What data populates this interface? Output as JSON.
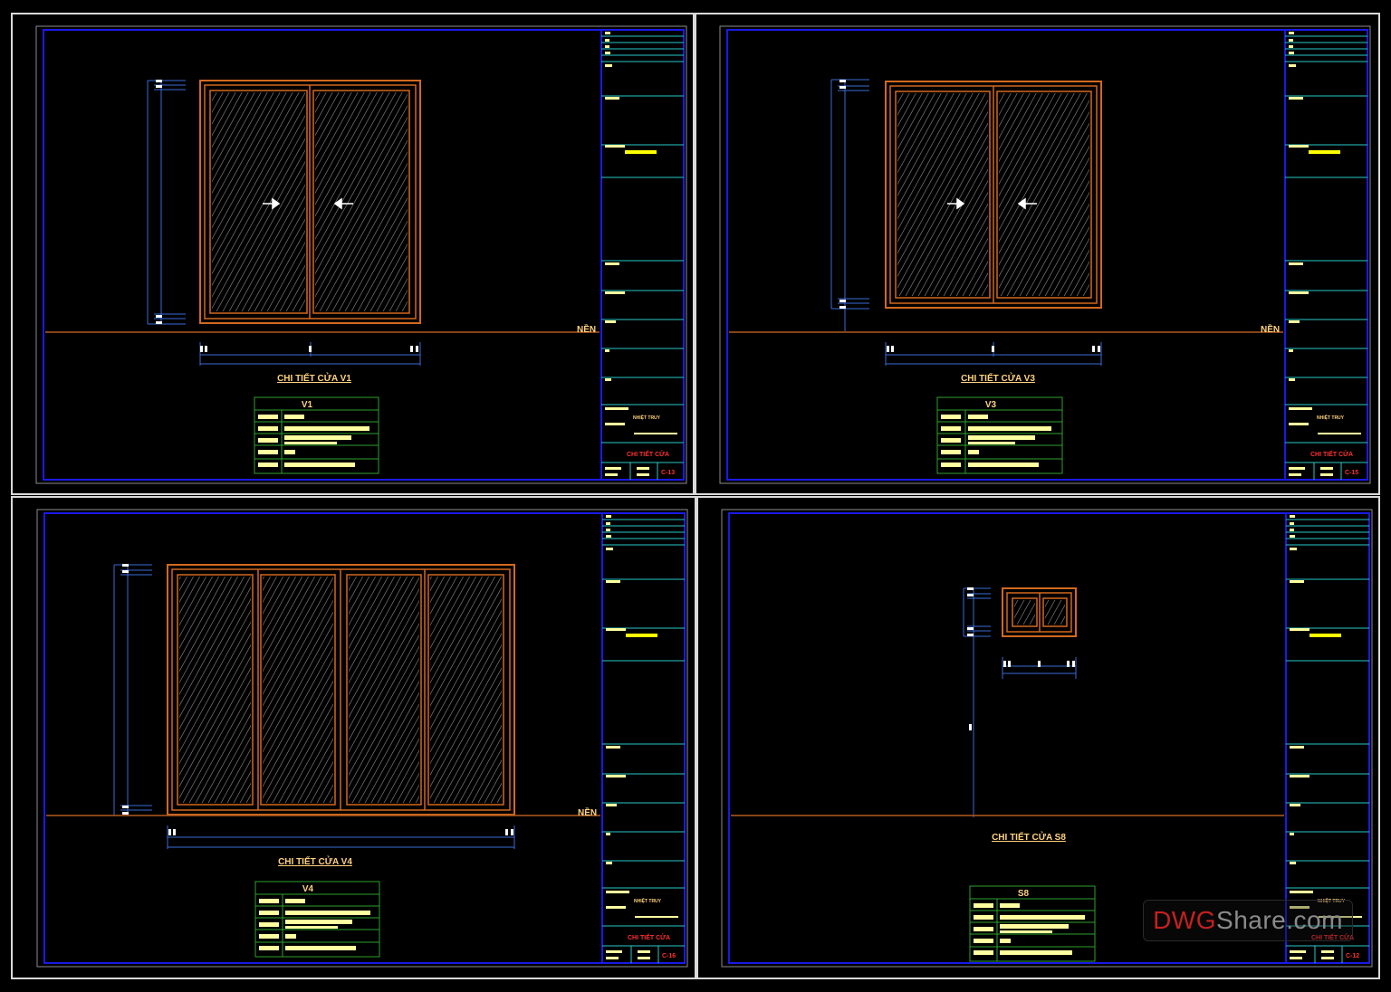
{
  "sheets": [
    {
      "id": "v1",
      "floor_label": "NỀN",
      "detail_title": "CHI TIẾT CỬA V1",
      "schedule_title": "V1",
      "tb_project": "NHIỆT TRUY",
      "tb_drawing": "CHI TIẾT CỬA",
      "tb_sheet_no": "C-13"
    },
    {
      "id": "v3",
      "floor_label": "NỀN",
      "detail_title": "CHI TIẾT CỬA V3",
      "schedule_title": "V3",
      "tb_project": "NHIỆT TRUY",
      "tb_drawing": "CHI TIẾT CỬA",
      "tb_sheet_no": "C-15"
    },
    {
      "id": "v4",
      "floor_label": "NỀN",
      "detail_title": "CHI TIẾT CỬA V4",
      "schedule_title": "V4",
      "tb_project": "NHIỆT TRUY",
      "tb_drawing": "CHI TIẾT CỬA",
      "tb_sheet_no": "C-16"
    },
    {
      "id": "s8",
      "floor_label": "",
      "detail_title": "CHI TIẾT CỬA S8",
      "schedule_title": "S8",
      "tb_project": "NHIỆT TRUY",
      "tb_drawing": "CHI TIẾT CỬA",
      "tb_sheet_no": "C-12"
    }
  ],
  "watermark": {
    "part1": "DWG",
    "part2": "Share.com"
  },
  "colors": {
    "background": "#000000",
    "sheet_border": "#d9d9d9",
    "frame_inner": "#1a1ae6",
    "frame_outer": "#8c8c8c",
    "door_frame": "#d2691e",
    "glass_hatch": "#7a7a7a",
    "floor_line": "#b35a1f",
    "dimension": "#3a6bd6",
    "title_text": "#ffd27f",
    "table_border": "#2ea02e",
    "table_fill": "#ffffa0",
    "titleblock_line": "#28c8c8",
    "titleblock_accent": "#ffff00",
    "titleblock_red": "#ff3030"
  }
}
